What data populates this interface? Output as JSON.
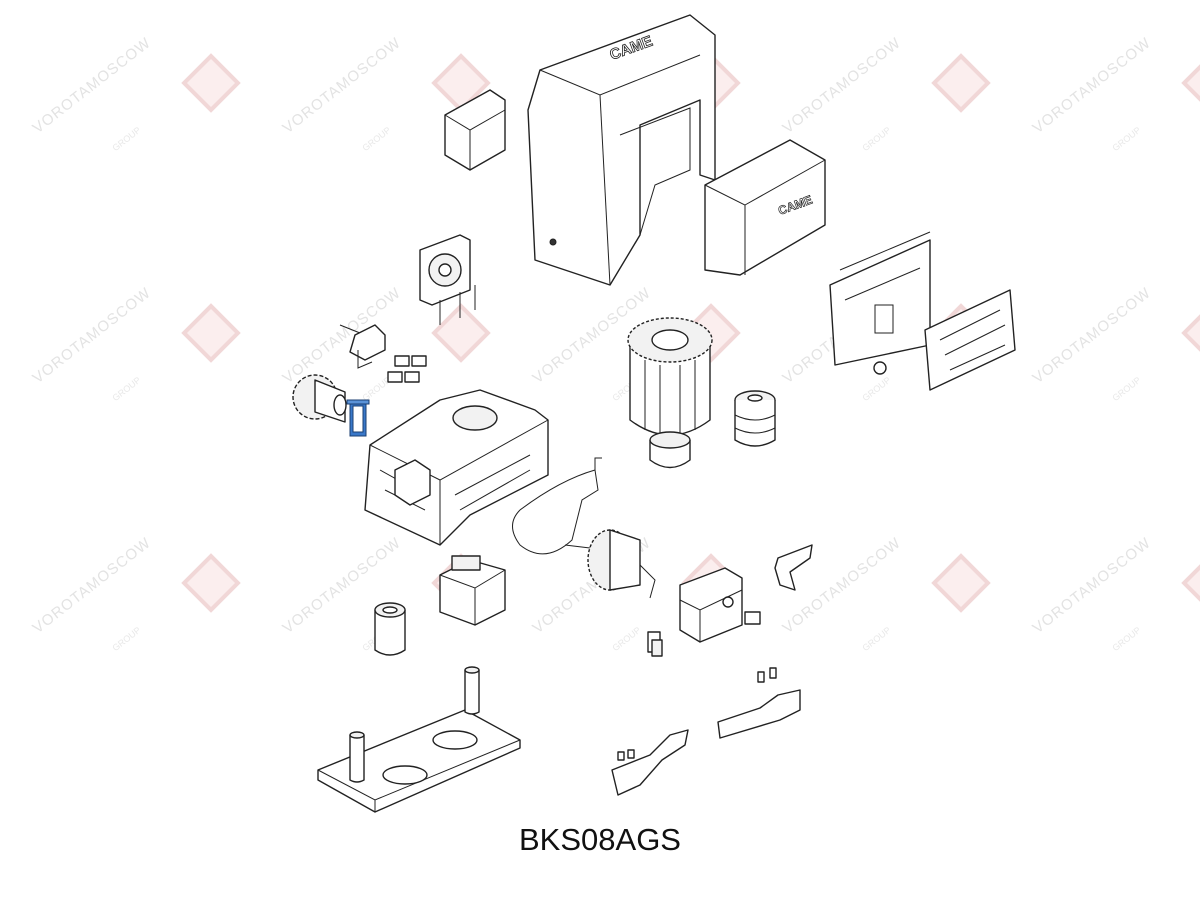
{
  "title": "BKS08AGS",
  "brand_labels": [
    "CAME",
    "CAME"
  ],
  "watermark": {
    "text": "VOROTAMOSCOW",
    "subtext": "GROUP",
    "color": "#e3e3e3",
    "logo_color": "#f1d7d7"
  },
  "highlight_color": "#3a78c9",
  "parts": [
    {
      "name": "main-cover"
    },
    {
      "name": "side-cover"
    },
    {
      "name": "small-cover"
    },
    {
      "name": "cooling-fan"
    },
    {
      "name": "limit-switch-bracket"
    },
    {
      "name": "terminal-clips"
    },
    {
      "name": "drive-gear"
    },
    {
      "name": "release-lever-highlighted"
    },
    {
      "name": "gearmotor-housing"
    },
    {
      "name": "housing-gasket"
    },
    {
      "name": "transformer"
    },
    {
      "name": "bushing"
    },
    {
      "name": "motor-stator"
    },
    {
      "name": "pulley"
    },
    {
      "name": "worm-shaft"
    },
    {
      "name": "control-board"
    },
    {
      "name": "release-lock"
    },
    {
      "name": "release-knob"
    },
    {
      "name": "connector"
    },
    {
      "name": "foundation-plate"
    },
    {
      "name": "limit-cam-left"
    },
    {
      "name": "limit-cam-right"
    }
  ]
}
